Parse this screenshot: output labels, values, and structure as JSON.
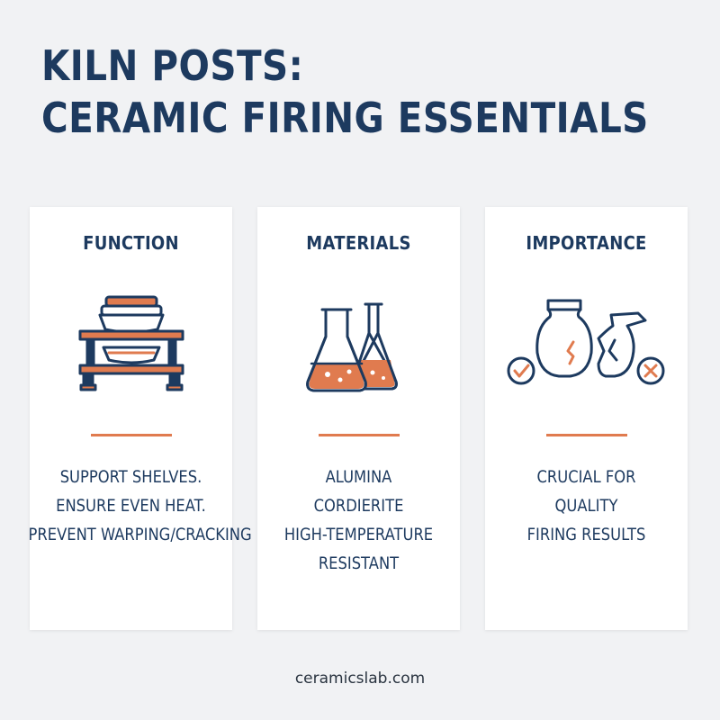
{
  "title": {
    "line1": "KILN POSTS:",
    "line2": "CERAMIC FIRING ESSENTIALS"
  },
  "cards": [
    {
      "heading": "FUNCTION",
      "icon": "kiln-shelf-stack-icon",
      "lines": [
        "SUPPORT SHELVES.",
        "ENSURE EVEN HEAT.",
        "PREVENT WARPING/CRACKING"
      ]
    },
    {
      "heading": "MATERIALS",
      "icon": "lab-flasks-icon",
      "lines": [
        "ALUMINA",
        "CORDIERITE",
        "HIGH-TEMPERATURE",
        "RESISTANT"
      ]
    },
    {
      "heading": "IMPORTANCE",
      "icon": "cracked-vase-check-cross-icon",
      "lines": [
        "CRUCIAL FOR",
        "QUALITY",
        "FIRING RESULTS"
      ]
    }
  ],
  "footer": "ceramicslab.com",
  "colors": {
    "navy": "#1d3a5f",
    "accent": "#e07b4f",
    "background": "#f1f2f4",
    "card": "#ffffff"
  }
}
